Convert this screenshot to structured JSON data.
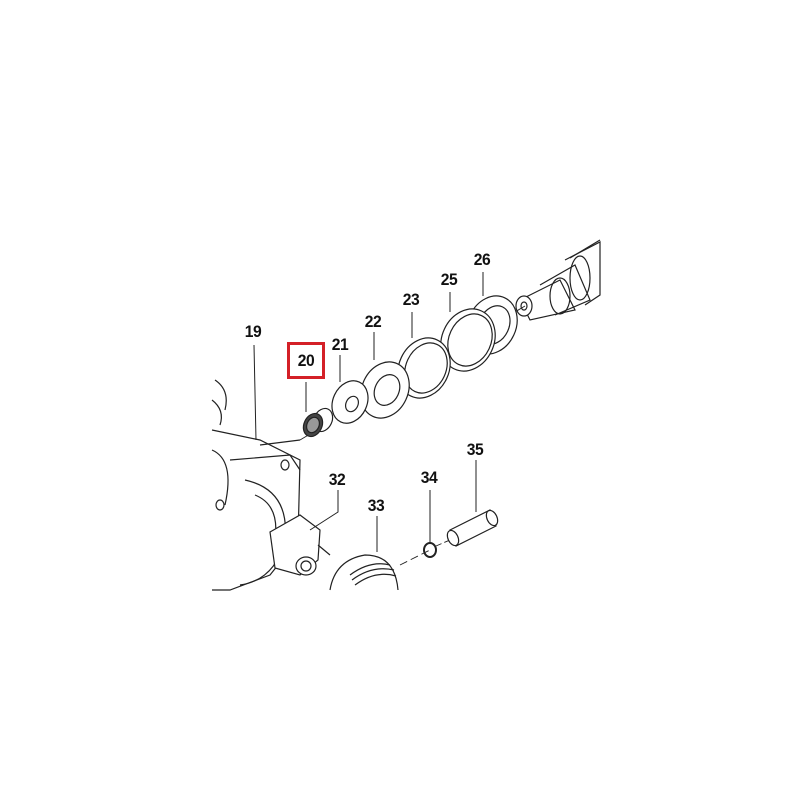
{
  "diagram": {
    "type": "exploded-parts-diagram",
    "highlight_color": "#d42027",
    "highlighted_part": "20",
    "parts": [
      {
        "id": "19",
        "label": "19",
        "name": "pump-housing"
      },
      {
        "id": "20",
        "label": "20",
        "name": "needle-bearing",
        "highlighted": true
      },
      {
        "id": "21",
        "label": "21",
        "name": "flat-washer-small"
      },
      {
        "id": "22",
        "label": "22",
        "name": "flat-washer-large"
      },
      {
        "id": "23",
        "label": "23",
        "name": "o-ring-seal"
      },
      {
        "id": "25",
        "label": "25",
        "name": "seal-ring"
      },
      {
        "id": "26",
        "label": "26",
        "name": "washer"
      },
      {
        "id": "32",
        "label": "32",
        "name": "connecting-rod"
      },
      {
        "id": "33",
        "label": "33",
        "name": "piston-pulley"
      },
      {
        "id": "34",
        "label": "34",
        "name": "retaining-clip"
      },
      {
        "id": "35",
        "label": "35",
        "name": "piston-pin"
      }
    ]
  }
}
